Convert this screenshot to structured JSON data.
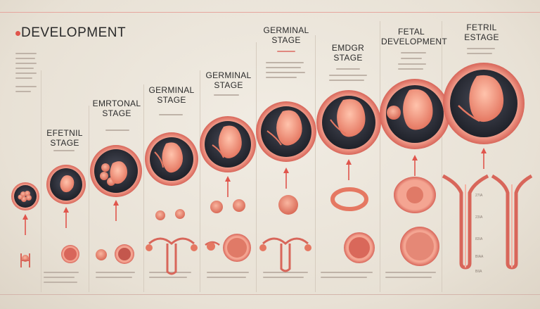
{
  "title": "DEVELOPMENT",
  "stages": [
    {
      "label_line1": "EFETNIL",
      "label_line2": "STAGE"
    },
    {
      "label_line1": "EMRTONAL",
      "label_line2": "STAGE"
    },
    {
      "label_line1": "GERMINAL",
      "label_line2": "STAGE"
    },
    {
      "label_line1": "GERMINAL",
      "label_line2": "STAGE"
    },
    {
      "label_line1": "GERMINAL",
      "label_line2": "STAGE"
    },
    {
      "label_line1": "EMDGR",
      "label_line2": "STAGE"
    },
    {
      "label_line1": "FETAL",
      "label_line2": "DEVELOPMENT"
    },
    {
      "label_line1": "FETRIL",
      "label_line2": "ESTAGE"
    }
  ],
  "scale_labels": [
    "27IA",
    "23IA",
    "83IA",
    "BIAA",
    "BIIA"
  ],
  "colors": {
    "accent": "#e0554c",
    "orb_dark": "#2c2f3a",
    "orb_ring": "#e98a78",
    "embryo": "#f19c86",
    "arrow": "#e0554c"
  }
}
